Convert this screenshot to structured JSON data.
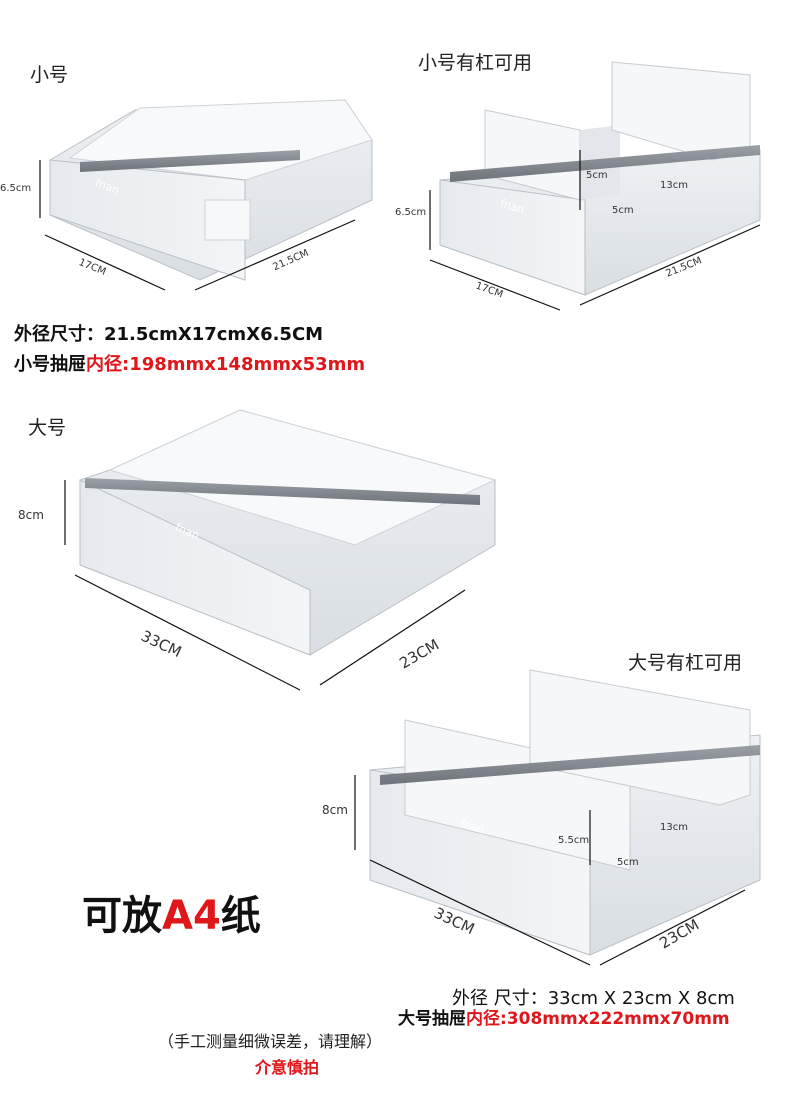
{
  "small": {
    "title": "小号",
    "bar_title": "小号有杠可用",
    "dims": {
      "height": "6.5cm",
      "depth": "17CM",
      "width": "21.5CM",
      "bar_height": "5cm",
      "bar_length": "13cm",
      "bar_gap": "5cm"
    },
    "outer_label": "外径尺寸：",
    "outer_value": "21.5cmX17cmX6.5CM",
    "inner_label": "小号抽屉",
    "inner_value": "内径:198mmx148mmx53mm"
  },
  "large": {
    "title": "大号",
    "bar_title": "大号有杠可用",
    "dims": {
      "height": "8cm",
      "depth": "33CM",
      "width": "23CM",
      "bar_height": "5.5cm",
      "bar_length": "13cm",
      "bar_gap": "5cm"
    },
    "outer_label": "外径 尺寸：",
    "outer_value": "33cm X 23cm X 8cm",
    "inner_label": "大号抽屉",
    "inner_value": "内径:308mmx222mmx70mm"
  },
  "brand": "fnan",
  "a4": {
    "prefix": "可放",
    "highlight": "A4",
    "suffix": "纸"
  },
  "disclaimer": "（手工测量细微误差，请理解）",
  "caution": "介意慎拍",
  "colors": {
    "accent_red": "#e0161a"
  }
}
